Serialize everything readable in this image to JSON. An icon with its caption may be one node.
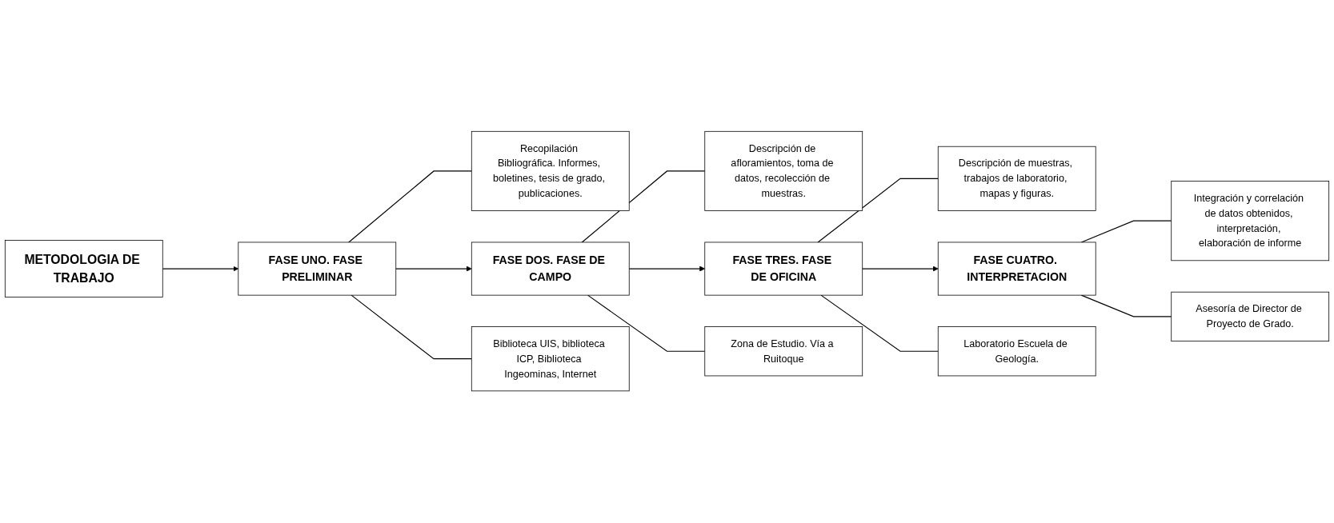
{
  "diagram": {
    "nodes": [
      {
        "text": [
          "Recopilación Bibliográfica. Informes, boletines, tesis de grado, publicaciones."
        ]
      },
      {
        "text": [
          "Descripción de afloramientos, toma de datos, recolección de muestras."
        ]
      },
      {
        "text": [
          "Descripción de muestras, trabajos de laboratorio, mapas y figuras."
        ]
      },
      {
        "text": [
          "Integración y correlación de datos obtenidos, interpretación, elaboración de informe"
        ]
      },
      {
        "text": [
          "METODOLOGIA DE TRABAJO"
        ]
      },
      {
        "text": [
          "FASE UNO. FASE PRELIMINAR"
        ]
      },
      {
        "text": [
          "FASE DOS. FASE DE CAMPO"
        ]
      },
      {
        "text": [
          "FASE TRES. FASE DE OFICINA"
        ]
      },
      {
        "text": [
          "FASE CUATRO. INTERPRETACION"
        ]
      },
      {
        "text": [
          "Biblioteca UIS, biblioteca ICP, Biblioteca Ingeominas, Internet"
        ]
      },
      {
        "text": [
          "Zona de Estudio. Vía a Ruitoque"
        ]
      },
      {
        "text": [
          "Laboratorio Escuela de Geología."
        ]
      },
      {
        "text": [
          "Asesoría de Director de Proyecto de Grado."
        ]
      }
    ],
    "edges": [
      {
        "from": 4,
        "to": 5,
        "arrow": "to"
      },
      {
        "from": 5,
        "to": 0,
        "arrow": "none"
      },
      {
        "from": 5,
        "to": 9,
        "arrow": "none"
      },
      {
        "from": 5,
        "to": 6,
        "arrow": "to"
      },
      {
        "from": 6,
        "to": 1,
        "arrow": "none"
      },
      {
        "from": 6,
        "to": 10,
        "arrow": "none"
      },
      {
        "from": 6,
        "to": 7,
        "arrow": "to"
      },
      {
        "from": 7,
        "to": 2,
        "arrow": "none"
      },
      {
        "from": 7,
        "to": 11,
        "arrow": "none"
      },
      {
        "from": 7,
        "to": 8,
        "arrow": "to"
      },
      {
        "from": 8,
        "to": 3,
        "arrow": "none"
      },
      {
        "from": 8,
        "to": 12,
        "arrow": "none"
      }
    ]
  }
}
